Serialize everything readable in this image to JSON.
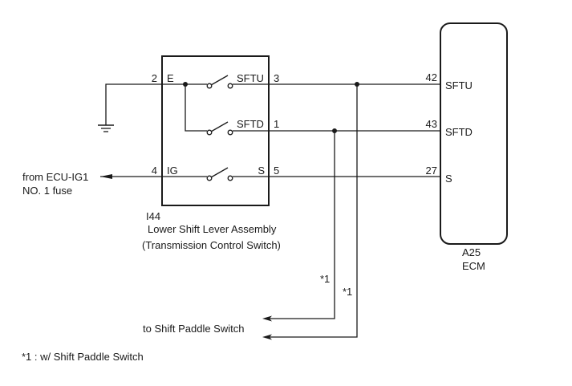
{
  "switch_component": {
    "code": "I44",
    "name": "Lower Shift Lever Assembly",
    "subtitle": "(Transmission Control Switch)",
    "pins": [
      {
        "num": "2",
        "label": "E"
      },
      {
        "num": "3",
        "label": "SFTU"
      },
      {
        "num": "1",
        "label": "SFTD"
      },
      {
        "num": "4",
        "label": "IG"
      },
      {
        "num": "5",
        "label": "S"
      }
    ]
  },
  "ecm": {
    "code": "A25",
    "name": "ECM",
    "pins": [
      {
        "num": "42",
        "label": "SFTU"
      },
      {
        "num": "43",
        "label": "SFTD"
      },
      {
        "num": "27",
        "label": "S"
      }
    ]
  },
  "power_source": {
    "line1": "from ECU-IG1",
    "line2": "NO. 1 fuse"
  },
  "branches": {
    "note_a": "*1",
    "note_b": "*1",
    "destination": "to Shift Paddle Switch"
  },
  "footnote": "*1 : w/ Shift Paddle Switch"
}
